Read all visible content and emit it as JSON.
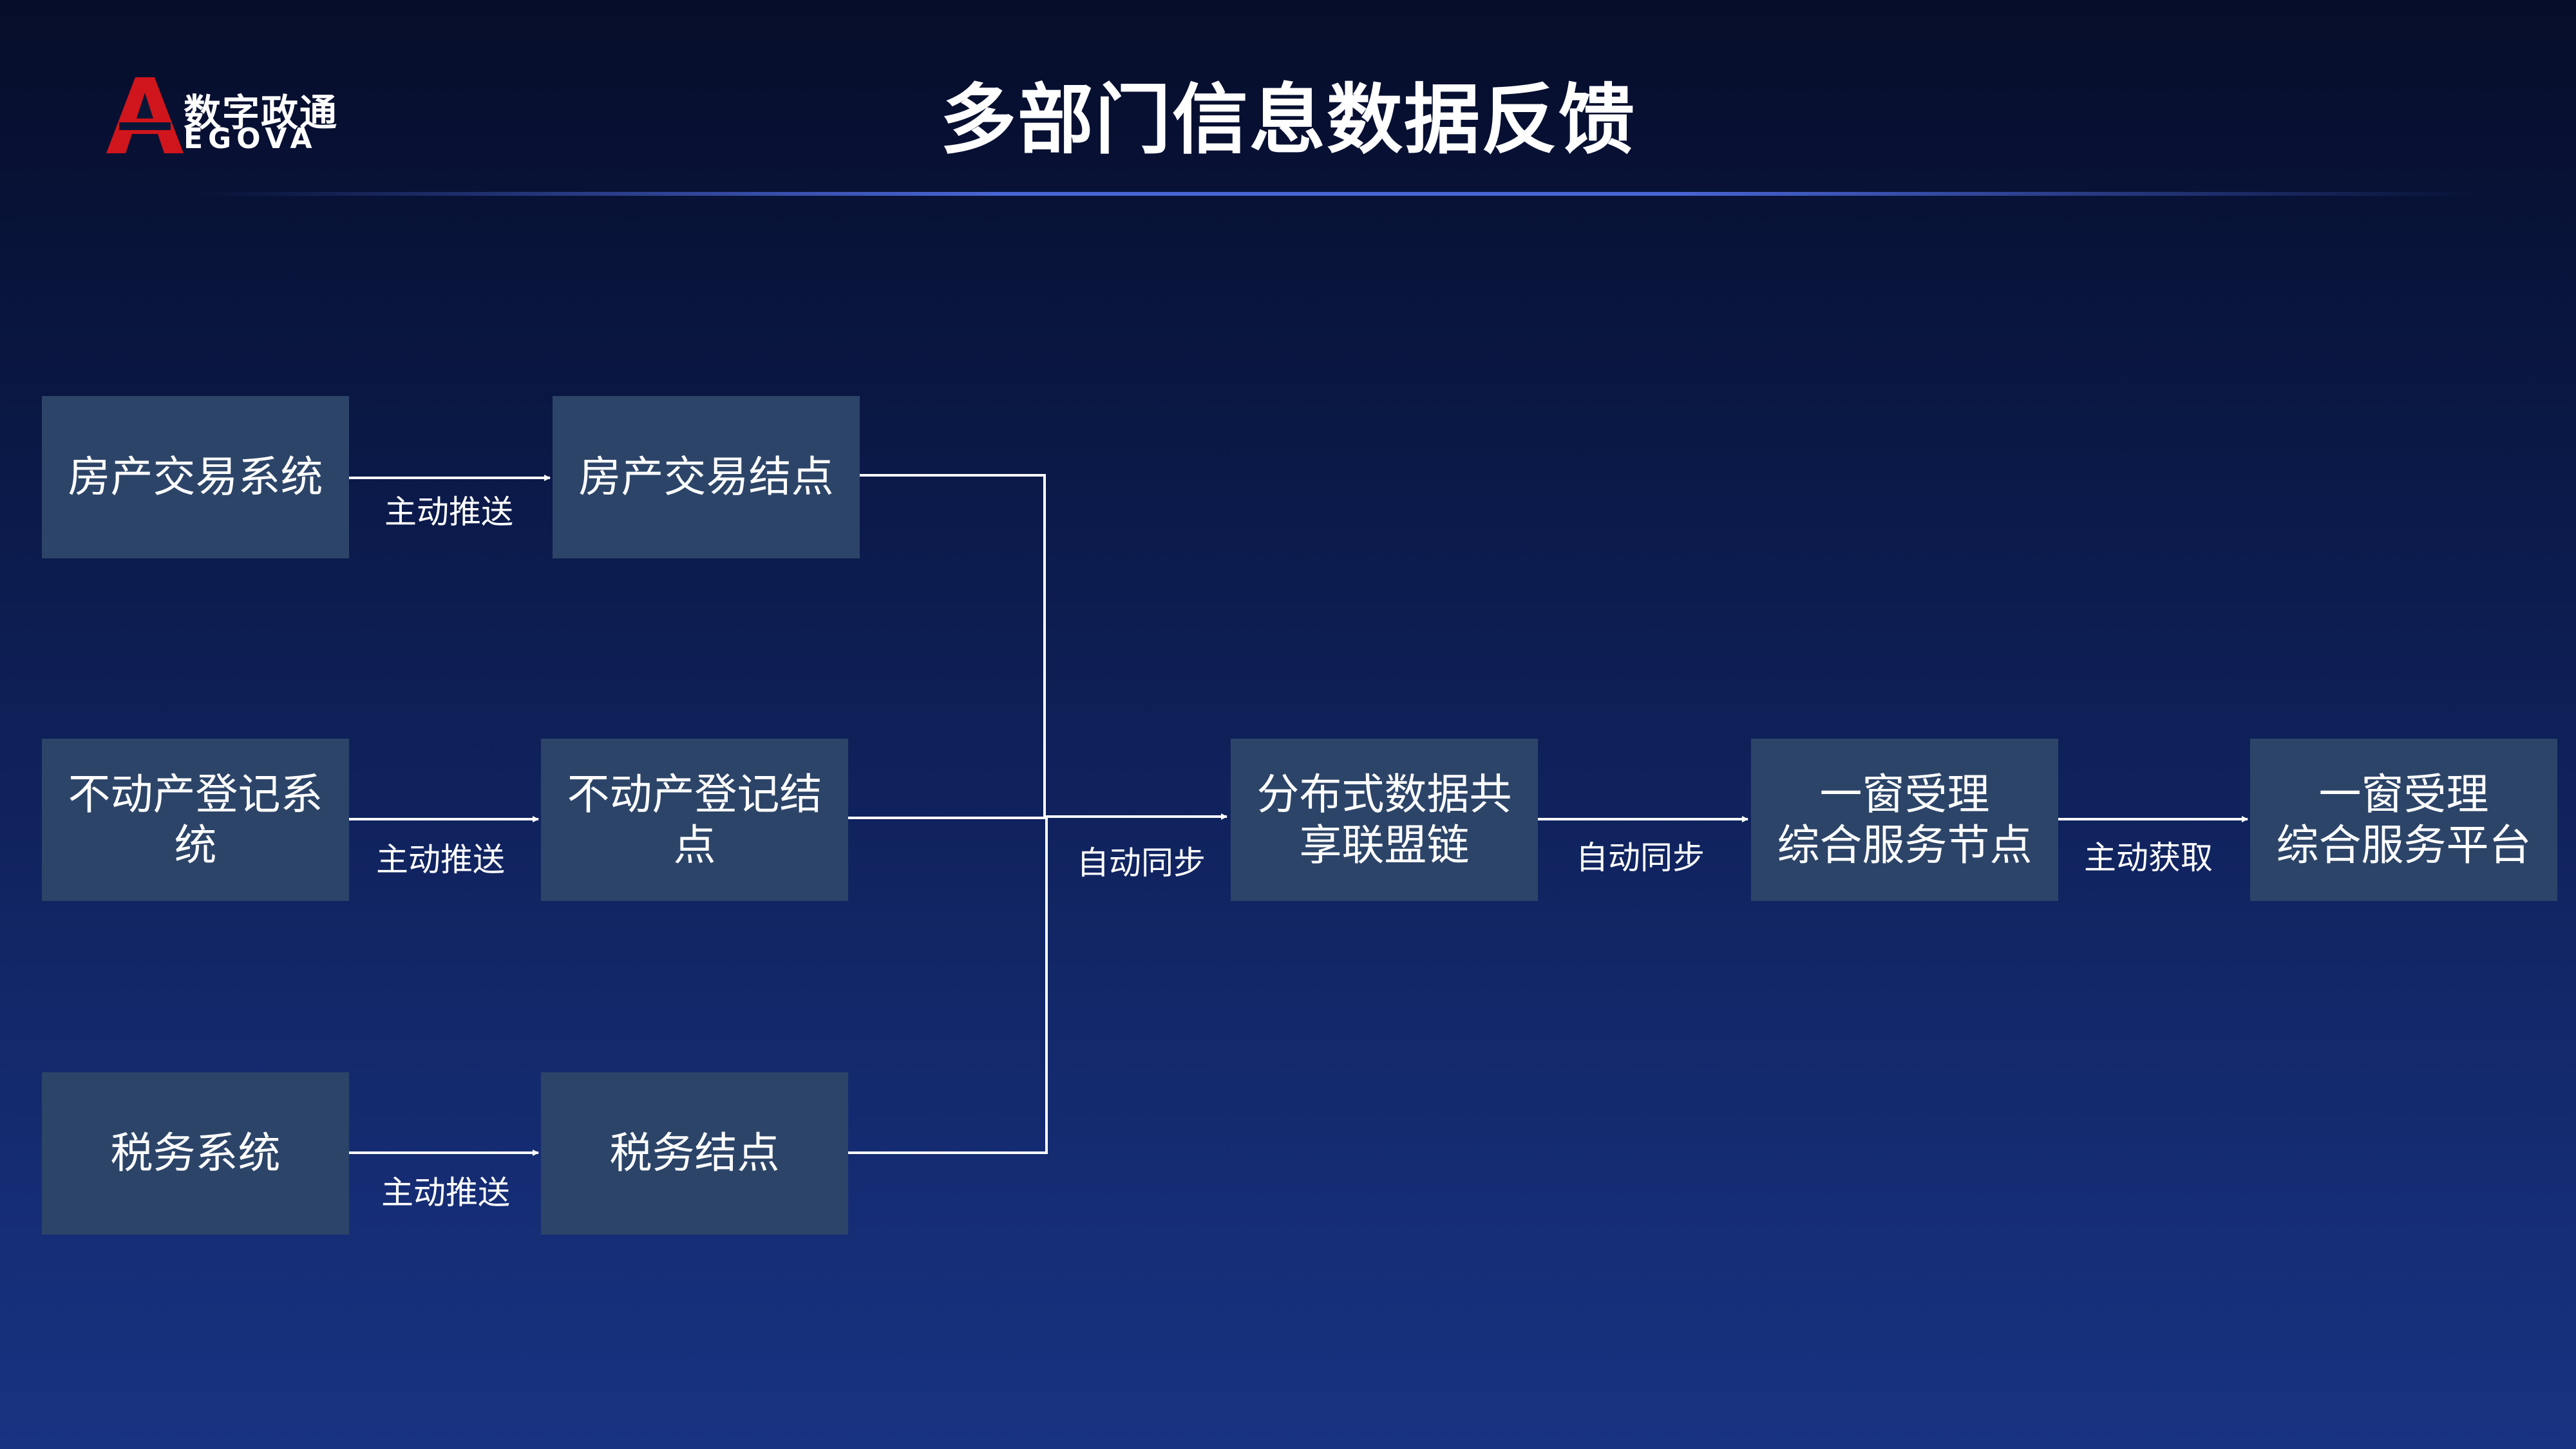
{
  "logo": {
    "letter": "A",
    "cn_text": "数字政通",
    "en_text": "EGOVA"
  },
  "title": "多部门信息数据反馈",
  "nodes": [
    {
      "id": "fc_sys",
      "label": "房产交易系统"
    },
    {
      "id": "fc_node",
      "label": "房产交易结点"
    },
    {
      "id": "bdc_sys",
      "label": "不动产登记系\n统"
    },
    {
      "id": "bdc_node",
      "label": "不动产登记结\n点"
    },
    {
      "id": "sw_sys",
      "label": "税务系统"
    },
    {
      "id": "sw_node",
      "label": "税务结点"
    },
    {
      "id": "chain",
      "label": "分布式数据共\n享联盟链"
    },
    {
      "id": "yc_node",
      "label": "一窗受理\n综合服务节点"
    },
    {
      "id": "yc_platform",
      "label": "一窗受理\n综合服务平台"
    }
  ],
  "edges": [
    {
      "from": "fc_sys",
      "to": "fc_node",
      "label": "主动推送"
    },
    {
      "from": "bdc_sys",
      "to": "bdc_node",
      "label": "主动推送"
    },
    {
      "from": "sw_sys",
      "to": "sw_node",
      "label": "主动推送"
    },
    {
      "from": "merge",
      "to": "chain",
      "label": "自动同步"
    },
    {
      "from": "chain",
      "to": "yc_node",
      "label": "自动同步"
    },
    {
      "from": "yc_node",
      "to": "yc_platform",
      "label": "主动获取"
    }
  ],
  "colors": {
    "node_fill": "#2c4468",
    "line": "#ffffff",
    "logo_red": "#d0151c"
  }
}
